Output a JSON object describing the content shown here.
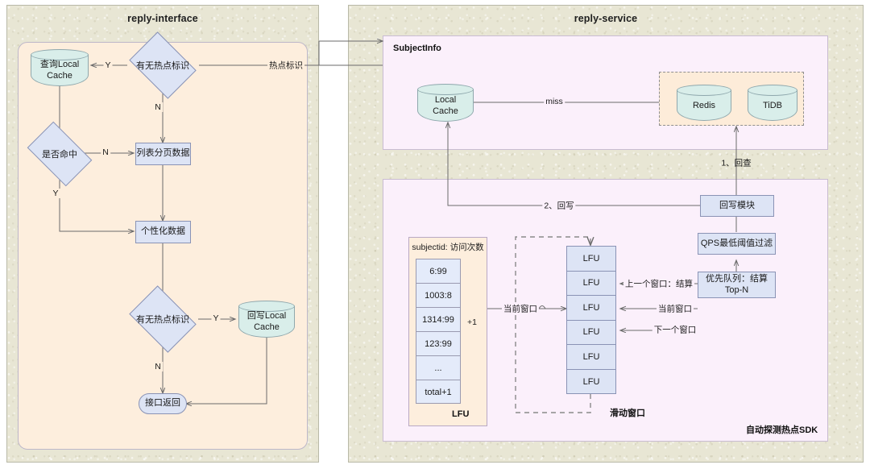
{
  "lanes": {
    "left": {
      "title": "reply-interface"
    },
    "right": {
      "title": "reply-service"
    }
  },
  "regions": {
    "subject_info": {
      "label": "SubjectInfo"
    },
    "sdk": {
      "label": "自动探测热点SDK"
    },
    "lfu_table": {
      "label": "LFU"
    },
    "sliding_window": {
      "label": "滑动窗口"
    }
  },
  "left_flow": {
    "nodes": [
      {
        "id": "query-local-cache",
        "type": "cylinder",
        "label": "查询Local\nCache"
      },
      {
        "id": "hotspot-flag-1",
        "type": "diamond",
        "label": "有无热点标识"
      },
      {
        "id": "is-hit",
        "type": "diamond",
        "label": "是否命中"
      },
      {
        "id": "list-paged-data",
        "type": "rect",
        "label": "列表分页数据"
      },
      {
        "id": "personalized-data",
        "type": "rect",
        "label": "个性化数据"
      },
      {
        "id": "hotspot-flag-2",
        "type": "diamond",
        "label": "有无热点标识"
      },
      {
        "id": "writeback-local-cache",
        "type": "cylinder",
        "label": "回写Local\nCache"
      },
      {
        "id": "api-return",
        "type": "rounded",
        "label": "接口返回"
      }
    ],
    "edge_labels": {
      "yes_1": "Y",
      "no_1": "N",
      "no_hit": "N",
      "yes_hit": "Y",
      "yes_2": "Y",
      "no_2": "N",
      "hotspot_flag": "热点标识"
    }
  },
  "subject_info_flow": {
    "nodes": [
      {
        "id": "local-cache",
        "type": "cylinder",
        "label": "Local\nCache"
      },
      {
        "id": "redis",
        "type": "cylinder",
        "label": "Redis"
      },
      {
        "id": "tidb",
        "type": "cylinder",
        "label": "TiDB"
      }
    ],
    "edge_labels": {
      "miss": "miss"
    }
  },
  "sdk_flow": {
    "nodes": [
      {
        "id": "writeback-module",
        "type": "rect",
        "label": "回写模块"
      },
      {
        "id": "qps-threshold-filter",
        "type": "rect",
        "label": "QPS最低阈值过滤"
      },
      {
        "id": "priority-queue-topn",
        "type": "rect",
        "label": "优先队列：结算\nTop-N"
      }
    ],
    "counter_table": {
      "header": "subjectid: 访问次数",
      "rows": [
        "6:99",
        "1003:8",
        "1314:99",
        "123:99",
        "...",
        "total+1"
      ],
      "increment_label": "+1",
      "footer": "LFU"
    },
    "window_stack": {
      "cells": [
        "LFU",
        "LFU",
        "LFU",
        "LFU",
        "LFU",
        "LFU"
      ],
      "footer": "滑动窗口"
    },
    "edge_labels": {
      "current_window_in": "当前窗口",
      "prev_window": "上一个窗口：结算",
      "current_window": "当前窗口",
      "next_window": "下一个窗口",
      "writeback": "2、回写",
      "backfill": "1、回查"
    }
  },
  "colors": {
    "lane_bg": "#e8e6d4",
    "peach_region": "#fdeedd",
    "lilac_region": "#fbf0fb",
    "process_box": "#dde4f5",
    "box_border": "#8a93b5",
    "cylinder": "#d9eeea",
    "cylinder_border": "#8fa8ad",
    "connector": "#6b6b6b"
  }
}
